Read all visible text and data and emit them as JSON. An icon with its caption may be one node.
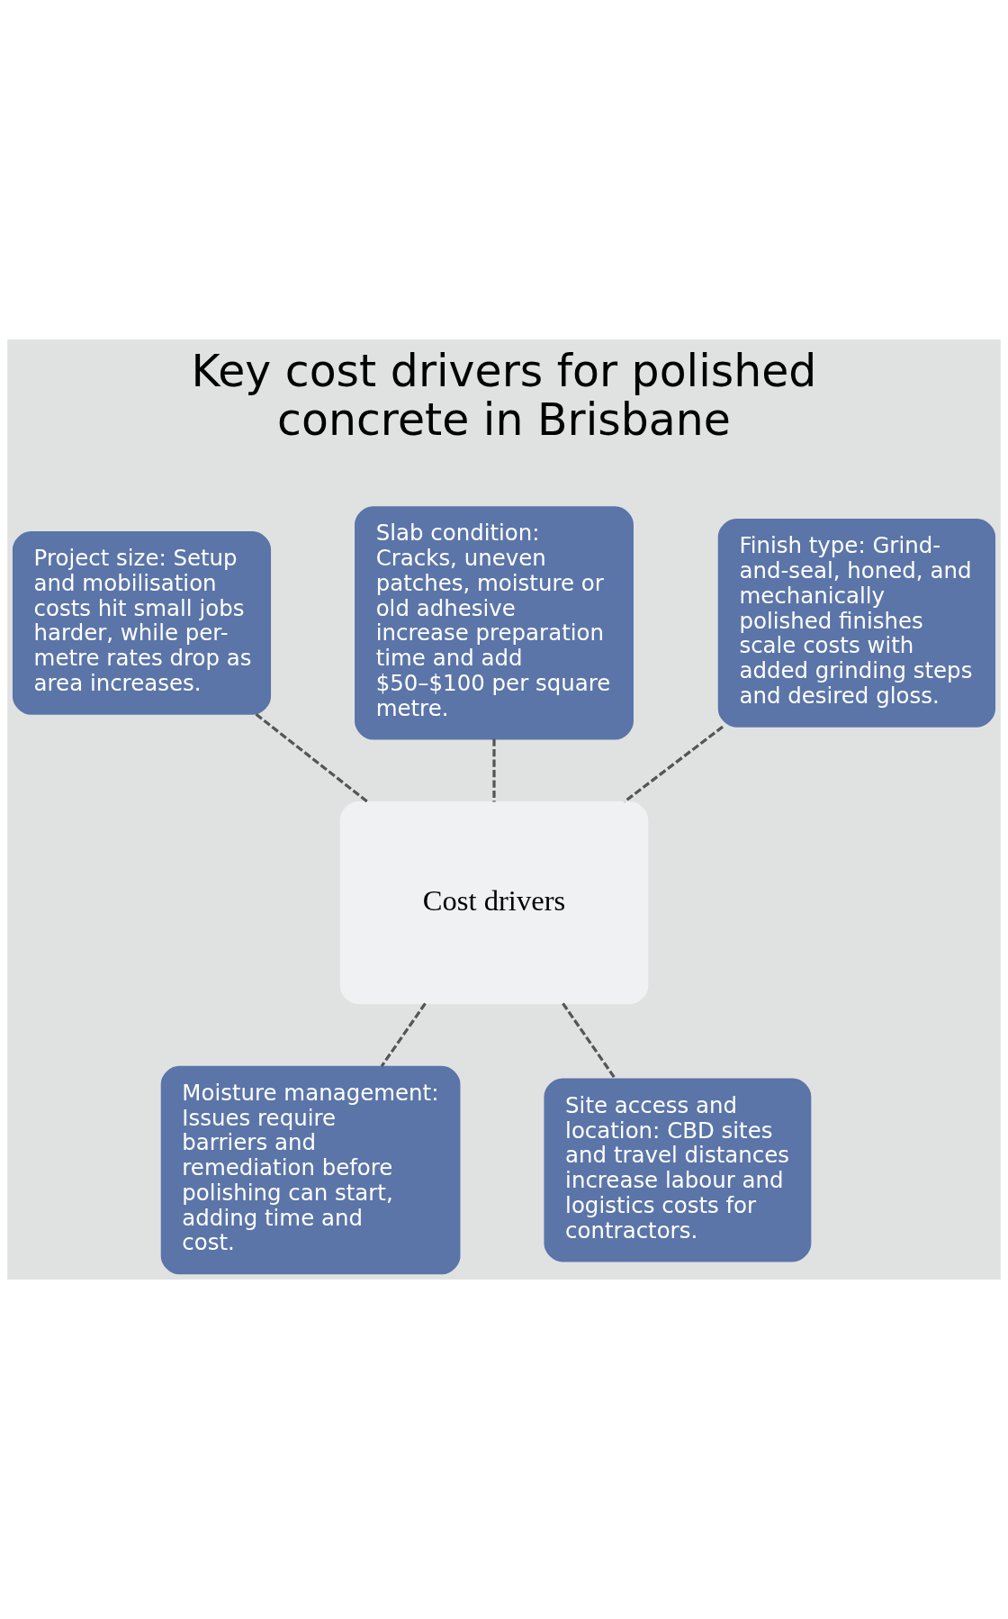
{
  "diagram": {
    "title": "Key cost drivers for polished concrete in Brisbane",
    "nodes": [
      {
        "text": [
          "Project size: Setup and mobilisation costs hit small jobs harder, while per-metre rates drop as area increases."
        ]
      },
      {
        "text": [
          "Slab condition: Cracks, uneven patches, moisture or old adhesive increase preparation time and add $50–$100 per square metre."
        ]
      },
      {
        "text": [
          "Finish type: Grind-and-seal, honed, and mechanically polished finishes scale costs with added grinding steps and desired gloss."
        ]
      },
      {
        "text": [
          "Cost drivers"
        ]
      },
      {
        "text": [
          "Moisture management: Issues require barriers and remediation before polishing can start, adding time and cost."
        ]
      },
      {
        "text": [
          "Site access and location: CBD sites and travel distances increase labour and logistics costs for contractors."
        ]
      }
    ],
    "edges": [
      {
        "from": 3,
        "to": 0,
        "arrow": "none",
        "style": "dashed"
      },
      {
        "from": 3,
        "to": 1,
        "arrow": "none",
        "style": "dashed"
      },
      {
        "from": 3,
        "to": 2,
        "arrow": "none",
        "style": "dashed"
      },
      {
        "from": 3,
        "to": 4,
        "arrow": "none",
        "style": "dashed"
      },
      {
        "from": 3,
        "to": 5,
        "arrow": "none",
        "style": "dashed"
      }
    ]
  }
}
